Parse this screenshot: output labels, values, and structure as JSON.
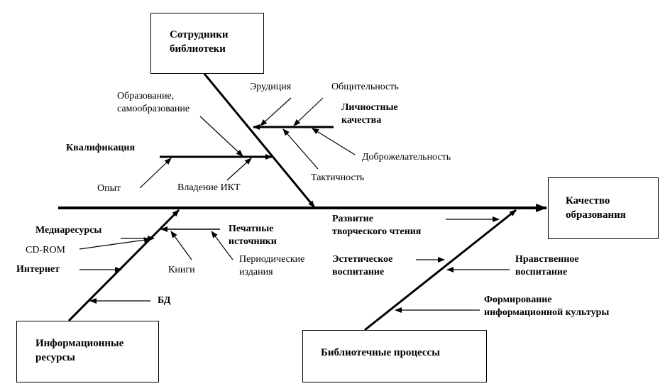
{
  "boxes": {
    "staff": "Сотрудники\nбиблиотеки",
    "quality": "Качество\nобразования",
    "info": "Информационные\nресурсы",
    "processes": "Библиотечные процессы"
  },
  "labels": {
    "education": "Образование,\nсамообразование",
    "erudition": "Эрудиция",
    "sociability": "Общительность",
    "personal": "Личностные\nкачества",
    "qualification": "Квалификация",
    "goodwill": "Доброжелательность",
    "tact": "Тактичность",
    "experience": "Опыт",
    "ict": "Владение ИКТ",
    "media": "Медиаресурсы",
    "cdrom": "CD-ROM",
    "internet": "Интернет",
    "db": "БД",
    "print": "Печатные\nисточники",
    "books": "Книги",
    "periodicals": "Периодические\nиздания",
    "creative_reading": "Развитие\nтворческого чтения",
    "aesthetic": "Эстетическое\nвоспитание",
    "moral": "Нравственное\nвоспитание",
    "info_culture": "Формирование\nинформационной культуры"
  }
}
